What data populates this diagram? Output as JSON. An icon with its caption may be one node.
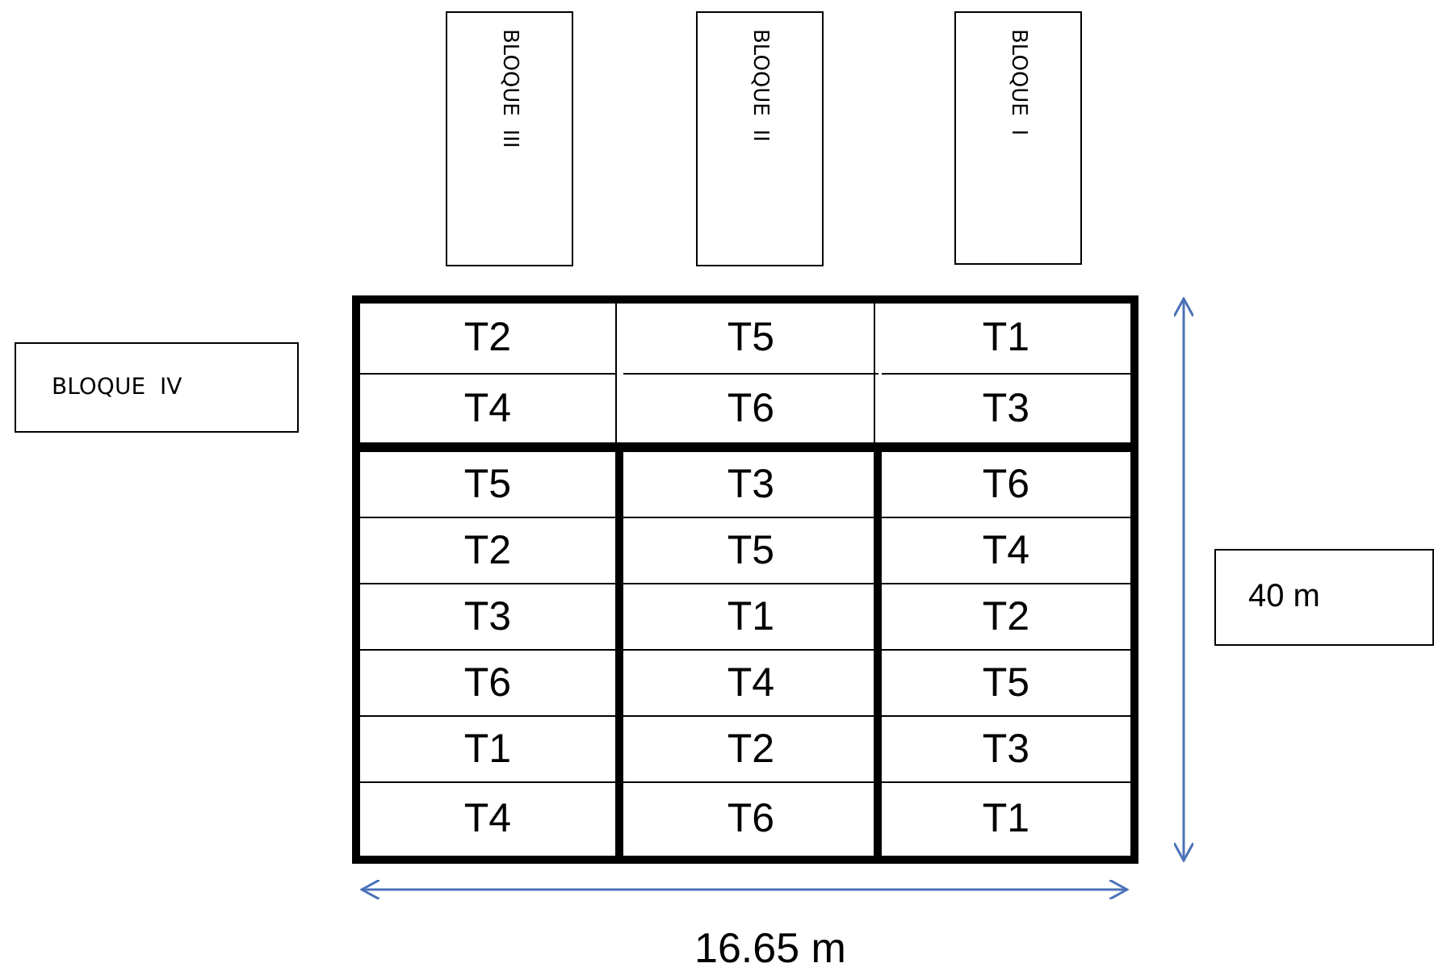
{
  "diagram": {
    "nodes": [
      {
        "text": [
          "BLOQUE  III"
        ]
      },
      {
        "text": [
          "BLOQUE  II"
        ]
      },
      {
        "text": [
          "BLOQUE  I"
        ]
      },
      {
        "text": [
          "BLOQUE  IV"
        ]
      },
      {
        "text": [
          "40 m"
        ]
      }
    ],
    "edges": [],
    "labels": [
      "T2",
      "T5",
      "T1",
      "T4",
      "T6",
      "T3",
      "T5",
      "T3",
      "T6",
      "T2",
      "T5",
      "T4",
      "T3",
      "T1",
      "T2",
      "T6",
      "T4",
      "T5",
      "T1",
      "T2",
      "T3",
      "T4",
      "T6",
      "T1",
      "16.65 m"
    ]
  }
}
